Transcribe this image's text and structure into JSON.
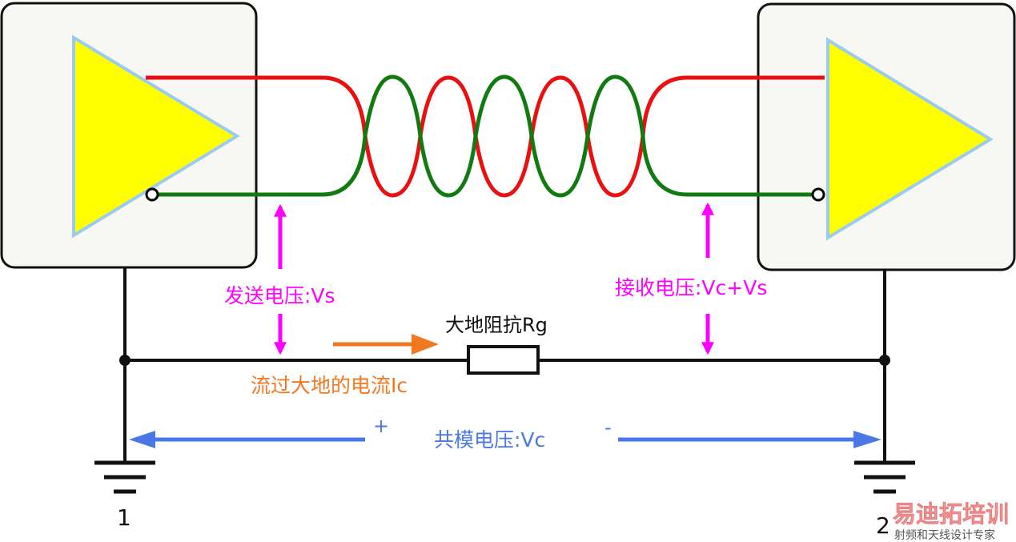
{
  "labels": {
    "send_voltage": "发送电压:Vs",
    "receive_voltage": "接收电压:Vc+Vs",
    "ground_impedance": "大地阻抗Rg",
    "ground_current": "流过大地的电流Ic",
    "common_mode_voltage": "共模电压:Vc",
    "plus_sign": "+",
    "minus_sign": "-",
    "ground_node_1": "1",
    "ground_node_2": "2"
  },
  "watermark": {
    "brand": "易迪拓培训",
    "tagline": "射频和天线设计专家"
  },
  "colors": {
    "wire_red": "#e81010",
    "wire_green": "#117a11",
    "amplifier_fill": "#ffff00",
    "amplifier_outline": "#9ccbf0",
    "voltage_arrow": "#ff00ff",
    "current_arrow": "#f07820",
    "common_mode_arrow": "#4a78e6",
    "box_fill": "#f7f7f3"
  },
  "icons": {
    "amplifier": "triangle-buffer-icon",
    "ground": "ground-symbol-icon",
    "resistor": "resistor-icon"
  }
}
